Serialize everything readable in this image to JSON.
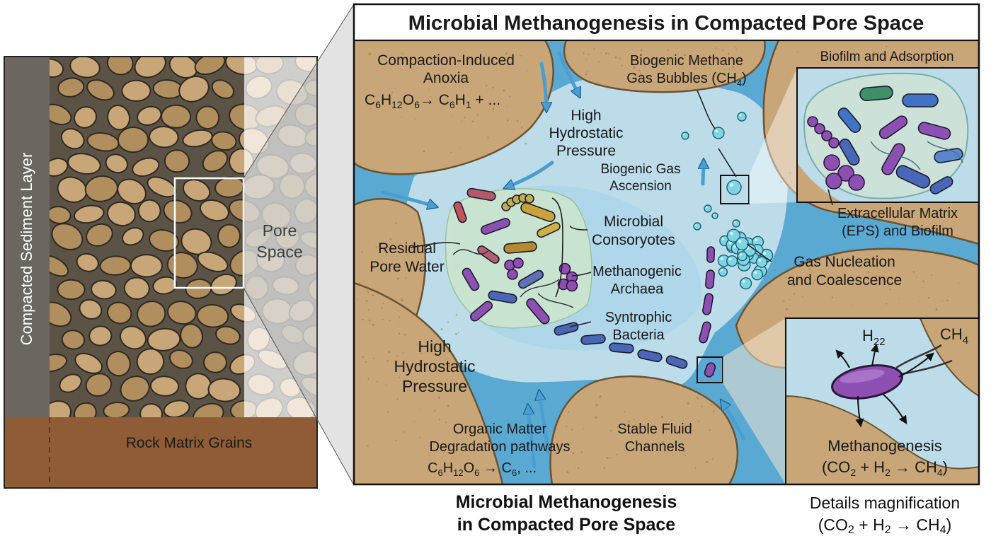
{
  "title": "Microbial Methanogenesis in Compacted Pore Space",
  "left_panel": {
    "vertical_label": "Compacted Sediment Layer",
    "base_label": "Rock Matrix Grains",
    "pore_space_label": [
      "Pore",
      "Space"
    ]
  },
  "labels": {
    "compaction_anoxia": [
      "Compaction-Induced",
      "Anoxia"
    ],
    "compaction_eq": {
      "t1": "C",
      "s1": "6",
      "t2": "H",
      "s2": "12",
      "t3": "O",
      "s3": "6",
      "arrow": "→",
      "t4": " C",
      "s4": "6",
      "t5": "H",
      "s5": "1",
      "t6": " + ..."
    },
    "pressure_upper": [
      "High",
      "Hydrostatic",
      "Pressure"
    ],
    "methane_bubbles": {
      "line1": "Biogenic Methane",
      "line2": "Gas Bubbles (CH",
      "sub": "4",
      "end": ")"
    },
    "biofilm_adsorption": "Biofilm and Adsorption",
    "gas_ascension": [
      "Biogenic Gas",
      "Ascension"
    ],
    "eps": [
      "Extracellular Matrix",
      "(EPS) and Biofilm"
    ],
    "consortia": [
      "Microbial",
      "Consoryotes"
    ],
    "residual_water": [
      "Residual",
      "Pore Water"
    ],
    "archaea": [
      "Methanogenic",
      "Archaea"
    ],
    "nucleation": [
      "Gas Nucleation",
      "and Coalescence"
    ],
    "syntrophic": [
      "Syntrophic",
      "Bacteria"
    ],
    "pressure_lower": [
      "High",
      "Hydrostatic",
      "Pressure"
    ],
    "organic": [
      "Organic Matter",
      "Degradation pathways"
    ],
    "organic_eq": {
      "t1": "C",
      "s1": "6",
      "t2": "H",
      "s2": "12",
      "t3": "O",
      "s3": "6",
      "arrow": " → ",
      "t4": "C",
      "s4": "6",
      "t5": ", ..."
    },
    "stable_channels": [
      "Stable Fluid",
      "Channels"
    ],
    "h22": {
      "t": "H",
      "sub": "22"
    },
    "ch4_out": {
      "t": "CH",
      "sub": "4"
    },
    "methanogenesis": "Methanogenesis",
    "methanogenesis_eq": {
      "t1": "(CO",
      "s1": "2",
      "t2": " + H",
      "s2": "2",
      "t3": " → CH",
      "s3": "4",
      "t4": ")"
    }
  },
  "captions": {
    "main": [
      "Microbial Methanogenesis",
      "in Compacted Pore Space"
    ],
    "detail_line1": "Details magnification",
    "detail_eq": {
      "t1": "(CO",
      "s1": "2",
      "t2": " + H",
      "s2": "2",
      "t3": " → CH",
      "s3": "4",
      "t4": ")"
    }
  },
  "colors": {
    "grain": "#c8a677",
    "grain_dark": "#b08e5e",
    "matrix_dark": "#5b5346",
    "water": "#bcdcea",
    "water_deep": "#8fc3de",
    "channel": "#5aa9d3",
    "rock_base": "#8f5c35",
    "archaea": "#8e4fb3",
    "bacteria": "#4a67b7",
    "biofilm": "#cfe7c8"
  }
}
